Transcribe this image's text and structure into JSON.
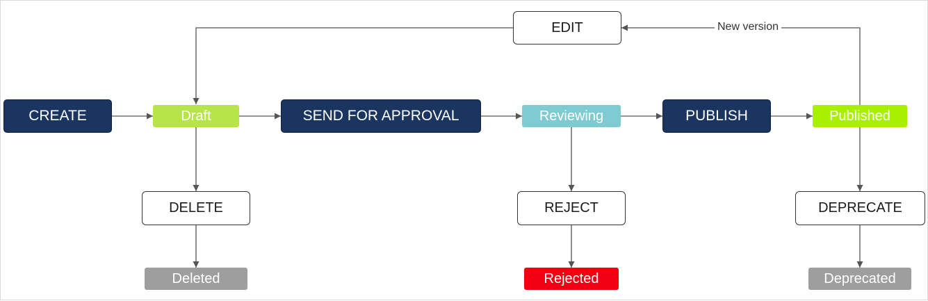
{
  "colors": {
    "action_dark": "#1a3560",
    "state_draft": "#b5e548",
    "state_reviewing": "#7fcbd2",
    "state_published": "#a8f000",
    "state_deleted": "#9e9e9e",
    "state_rejected": "#f20011",
    "state_deprecated": "#9e9e9e",
    "connector": "#555555"
  },
  "nodes": {
    "create": "CREATE",
    "draft": "Draft",
    "send_for_approval": "SEND FOR APPROVAL",
    "reviewing": "Reviewing",
    "publish": "PUBLISH",
    "published": "Published",
    "edit": "EDIT",
    "delete": "DELETE",
    "deleted": "Deleted",
    "reject": "REJECT",
    "rejected": "Rejected",
    "deprecate": "DEPRECATE",
    "deprecated": "Deprecated"
  },
  "edge_labels": {
    "new_version": "New version"
  }
}
